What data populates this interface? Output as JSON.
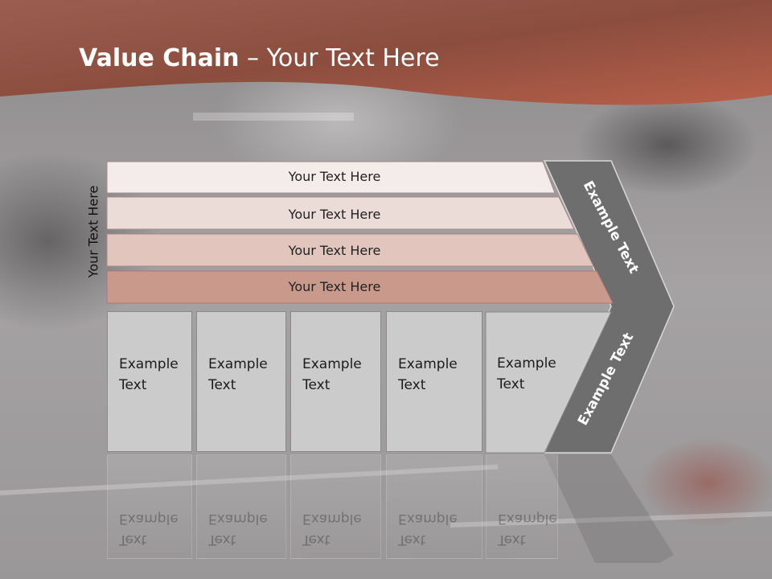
{
  "title": {
    "bold": "Value Chain",
    "rest": " – Your Text Here"
  },
  "side_label": "Your Text Here",
  "bars": [
    {
      "label": "Your Text Here"
    },
    {
      "label": "Your Text Here"
    },
    {
      "label": "Your Text Here"
    },
    {
      "label": "Your Text Here"
    }
  ],
  "boxes": [
    {
      "line1": "Example",
      "line2": "Text"
    },
    {
      "line1": "Example",
      "line2": "Text"
    },
    {
      "line1": "Example",
      "line2": "Text"
    },
    {
      "line1": "Example",
      "line2": "Text"
    },
    {
      "line1": "Example",
      "line2": "Text"
    }
  ],
  "chevron": {
    "upper_label": "Example Text",
    "lower_label": "Example Text"
  },
  "colors": {
    "header": "#a05a48",
    "bar1": "#f3eceb",
    "bar2": "#ecdcd8",
    "bar3": "#e2c5bd",
    "bar4": "#c99a8c",
    "chevron": "#6e6e6e"
  }
}
